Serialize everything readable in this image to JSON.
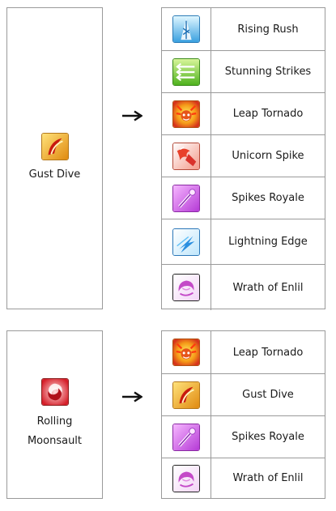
{
  "groups": [
    {
      "source": {
        "name": "Gust Dive",
        "icon": "gust-dive-icon"
      },
      "arrow": "→",
      "targets": [
        {
          "name": "Rising Rush",
          "icon": "rising-rush-icon"
        },
        {
          "name": "Stunning Strikes",
          "icon": "stunning-strikes-icon"
        },
        {
          "name": "Leap Tornado",
          "icon": "leap-tornado-icon"
        },
        {
          "name": "Unicorn Spike",
          "icon": "unicorn-spike-icon"
        },
        {
          "name": "Spikes Royale",
          "icon": "spikes-royale-icon"
        },
        {
          "name": "Lightning Edge",
          "icon": "lightning-edge-icon"
        },
        {
          "name": "Wrath of Enlil",
          "icon": "wrath-of-enlil-icon"
        }
      ]
    },
    {
      "source": {
        "name_line1": "Rolling",
        "name_line2": "Moonsault",
        "icon": "rolling-moonsault-icon"
      },
      "arrow": "→",
      "targets": [
        {
          "name": "Leap Tornado",
          "icon": "leap-tornado-icon"
        },
        {
          "name": "Gust Dive",
          "icon": "gust-dive-icon"
        },
        {
          "name": "Spikes Royale",
          "icon": "spikes-royale-icon"
        },
        {
          "name": "Wrath of Enlil",
          "icon": "wrath-of-enlil-icon"
        }
      ]
    }
  ]
}
